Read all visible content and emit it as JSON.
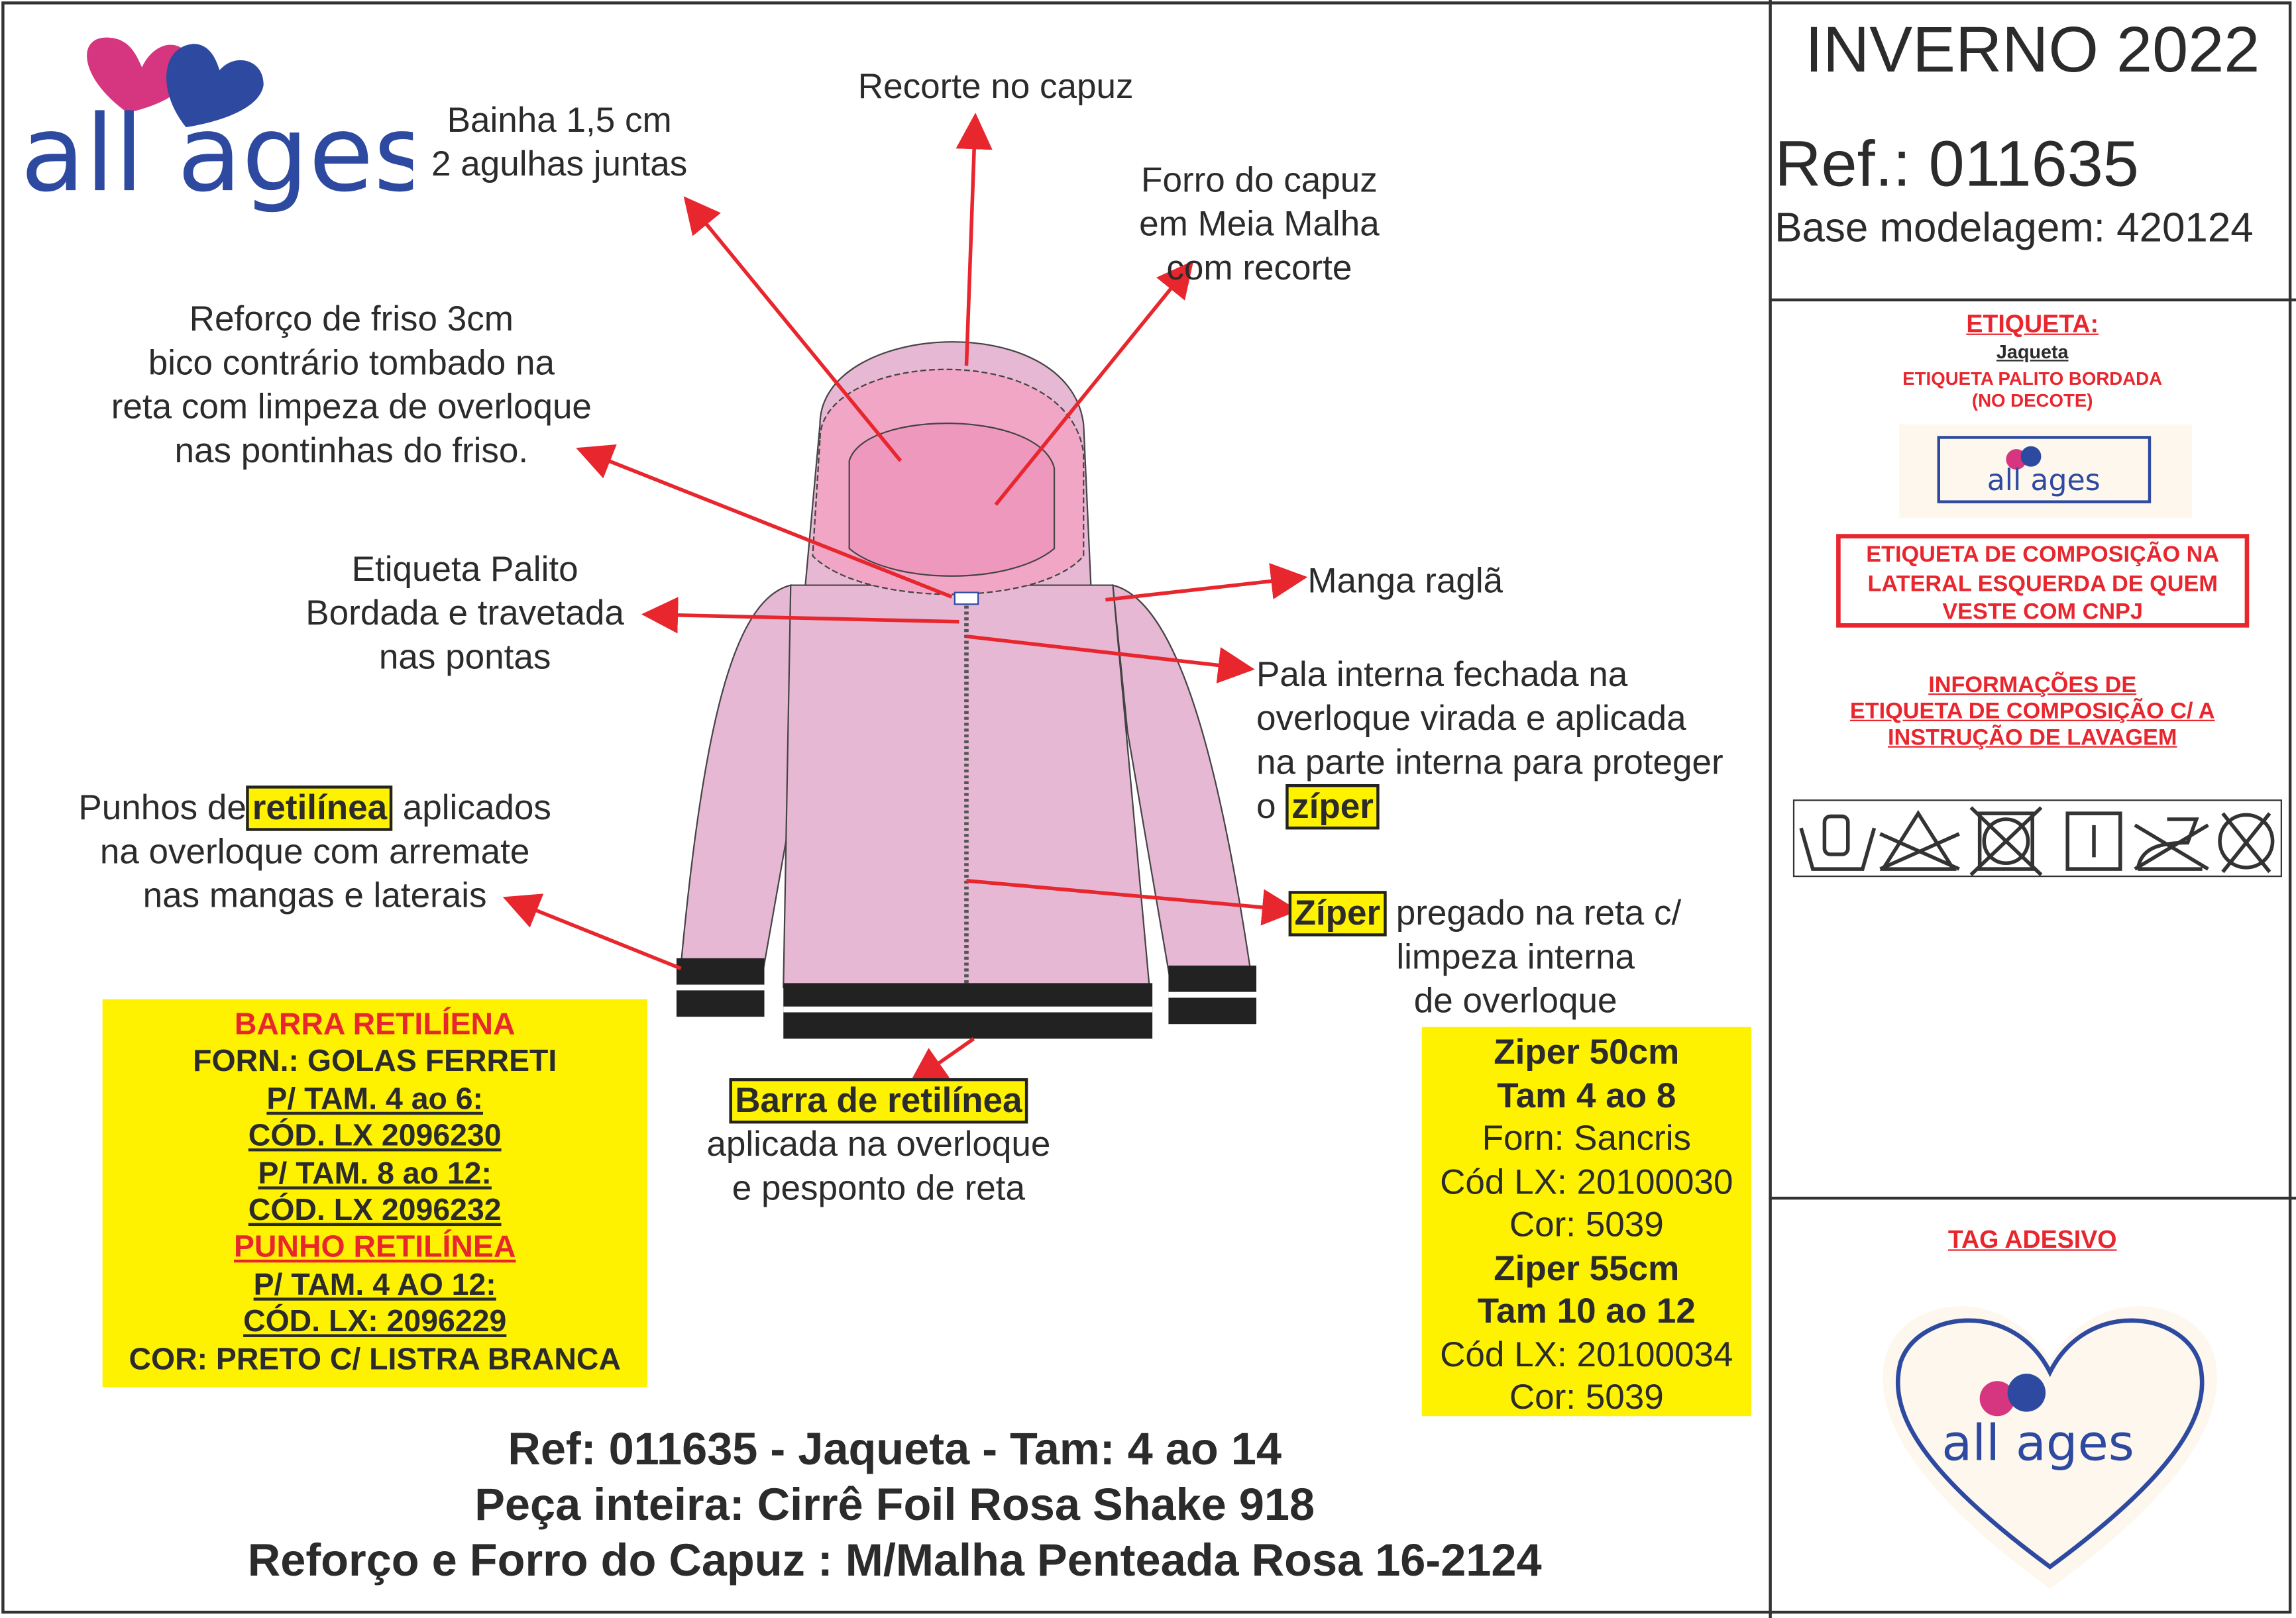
{
  "header": {
    "season": "INVERNO 2022",
    "ref": "Ref.: 011635",
    "base": "Base modelagem: 420124"
  },
  "brand": {
    "logo_text": "all ages"
  },
  "annotations": {
    "bainha": [
      "Bainha 1,5 cm",
      "2 agulhas juntas"
    ],
    "recorte": "Recorte no capuz",
    "forro": [
      "Forro do capuz",
      "em Meia Malha",
      "com recorte"
    ],
    "reforco": [
      "Reforço de friso 3cm",
      "bico contrário tombado na",
      "reta com limpeza de overloque",
      "nas pontinhas do friso."
    ],
    "etiqueta_palito": [
      "Etiqueta Palito",
      "Bordada e travetada",
      "nas pontas"
    ],
    "manga": "Manga raglã",
    "pala": [
      "Pala interna fechada na",
      "overloque virada e aplicada",
      "na parte interna para proteger"
    ],
    "pala_o": "o",
    "pala_hl": "zíper",
    "punhos_pre": "Punhos de",
    "punhos_hl": "retilínea",
    "punhos_post": "aplicados",
    "punhos_lines": [
      "na overloque com arremate",
      "nas mangas e laterais"
    ],
    "ziper_hl": "Zíper",
    "ziper_post": "pregado na reta c/",
    "ziper_lines": [
      "limpeza interna",
      "de overloque"
    ],
    "barra_hl": "Barra de retilínea",
    "barra_lines": [
      "aplicada na overloque",
      "e pesponto de reta"
    ]
  },
  "yellow_left": {
    "title": "BARRA  RETILÍENA",
    "forn": "FORN.: GOLAS FERRETI",
    "tam1": "P/ TAM. 4 ao 6:",
    "cod1": "CÓD. LX 2096230",
    "tam2": "P/ TAM. 8 ao 12:",
    "cod2": "CÓD. LX 2096232",
    "punho": "PUNHO RETILÍNEA",
    "tam3": "P/ TAM. 4 AO 12:",
    "cod3": "CÓD. LX: 2096229",
    "cor": "COR: PRETO C/ LISTRA BRANCA"
  },
  "yellow_right": {
    "z1": "Ziper 50cm",
    "t1": "Tam 4 ao 8",
    "forn": "Forn: Sancris",
    "c1": "Cód LX: 20100030",
    "cor1": "Cor: 5039",
    "z2": "Ziper 55cm",
    "t2": "Tam 10 ao 12",
    "c2": "Cód LX: 20100034",
    "cor2": "Cor: 5039"
  },
  "footer": [
    "Ref: 011635 - Jaqueta - Tam: 4 ao 14",
    "Peça inteira: Cirrê Foil Rosa Shake 918",
    "Reforço e Forro do Capuz : M/Malha Penteada Rosa 16-2124"
  ],
  "right_panel": {
    "etiqueta_title": "ETIQUETA:",
    "jaqueta": "Jaqueta",
    "palito": [
      "ETIQUETA PALITO BORDADA",
      "(NO DECOTE)"
    ],
    "composicao": [
      "ETIQUETA DE COMPOSIÇÃO NA",
      "LATERAL ESQUERDA DE QUEM",
      "VESTE COM CNPJ"
    ],
    "info": [
      "INFORMAÇÕES DE",
      "ETIQUETA DE COMPOSIÇÃO C/ A",
      "INSTRUÇÃO DE LAVAGEM"
    ],
    "care_icons": [
      "hand-wash-icon",
      "no-bleach-icon",
      "no-tumble-dry-icon",
      "line-dry-icon",
      "no-iron-icon",
      "no-dry-clean-icon"
    ],
    "tag_title": "TAG ADESIVO"
  },
  "colors": {
    "red": "#e8262e",
    "yellow": "#fff200",
    "pink": "#e7b8d4",
    "blue": "#2d4aa0",
    "magenta": "#d6367f"
  }
}
